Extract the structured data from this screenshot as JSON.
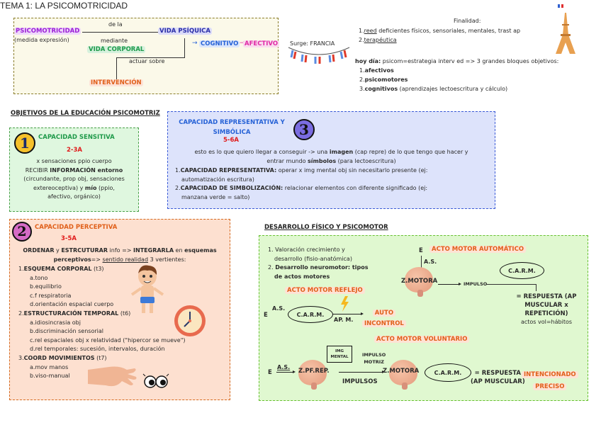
{
  "page_title": "TEMA 1: LA PSICOMOTRICIDAD",
  "concept_map": {
    "psicomotricidad": "PSICOMOTRICIDAD",
    "medida": "(medida expresión)",
    "de_la": "de la",
    "vida_psiquica": "VIDA PSÍQUICA",
    "mediante": "mediante",
    "vida_corporal": "VIDA CORPORAL",
    "cognitivo": "COGNITIVO",
    "afectivo": "AFECTIVO",
    "actuar_sobre": "actuar sobre",
    "intervencion": "INTERVENCIÓN"
  },
  "surge": "Surge: FRANCIA",
  "finalidad": {
    "title": "Finalidad:",
    "items": [
      {
        "num": "1.",
        "u": "reed",
        "rest": " deficientes físicos, sensoriales, mentales, trast ap"
      },
      {
        "num": "2.",
        "u": "terapéutica",
        "rest": ""
      }
    ]
  },
  "hoy_dia": {
    "label": "hoy día:",
    "text": " psicom=estrategia interv ed => 3 grandes bloques objetivos:",
    "items": [
      {
        "num": "1.",
        "b": "afectivos",
        "rest": ""
      },
      {
        "num": "2.",
        "b": "psicomotores",
        "rest": ""
      },
      {
        "num": "3.",
        "b": "cognitivos",
        "rest": " (aprendizajes lectoescritura y cálculo)"
      }
    ]
  },
  "objetivos_heading": "OBJETIVOS DE LA EDUCACIÓN PSICOMOTRIZ",
  "cap_sensitiva": {
    "number": "1",
    "title": "CAPACIDAD SENSITIVA",
    "age": "2-3A",
    "line1": "x sensaciones ppio cuerpo",
    "line2_pre": "RECIBIR ",
    "line2_b": "INFORMACIÓN entorno",
    "line3": "(circundante, prop obj, sensaciones",
    "line4_pre": "extereoceptiva) y ",
    "line4_b": "mío",
    "line4_post": " (ppio,",
    "line5": "afectivo, orgánico)"
  },
  "cap_representativa": {
    "number": "3",
    "title1": "CAPACIDAD REPRESENTATIVA Y",
    "title2": "SIMBÓLICA",
    "age": "5-6A",
    "intro_pre": "esto es lo que quiero llegar a conseguir -> una ",
    "intro_b": "imagen",
    "intro_post": " (cap repre) de lo que tengo que hacer y",
    "intro2_pre": "entrar mundo ",
    "intro2_b": "símbolos",
    "intro2_post": " (para lectoescritura)",
    "items": [
      {
        "num": "1.",
        "b": "CAPACIDAD REPRESENTATIVA:",
        "rest": " operar x img mental obj sin necesitarlo presente (ej:",
        "cont": "automatización escritura)"
      },
      {
        "num": "2.",
        "b": "CAPACIDAD DE SIMBOLIZACIÓN:",
        "rest": " relacionar elementos con diferente significado (ej:",
        "cont": "manzana verde = salto)"
      }
    ]
  },
  "cap_perceptiva": {
    "number": "2",
    "title": "CAPACIDAD PERCEPTIVA",
    "age": "3-5A",
    "intro1_b1": "ORDENAR",
    "intro1_m1": " y ",
    "intro1_b2": "ESTRCUTURAR",
    "intro1_m2": " info => ",
    "intro1_b3": "INTEGRARLA",
    "intro1_m3": " en ",
    "intro1_b4": "esquemas",
    "intro2_b": "perceptivos",
    "intro2_m": "=> ",
    "intro2_u": "sentido realidad",
    "intro2_post": " 3 vertientes:",
    "sections": [
      {
        "num": "1.",
        "title": "ESQUEMA CORPORAL",
        "tag": " (t3)",
        "items": [
          {
            "l": "a.",
            "t": "tono"
          },
          {
            "l": "b.",
            "t": "equilibrio"
          },
          {
            "l": "c.",
            "t": "f respiratoria"
          },
          {
            "l": "d.",
            "t": "orientación espacial cuerpo"
          }
        ]
      },
      {
        "num": "2.",
        "title": "ESTRUCTURACIÓN TEMPORAL",
        "tag": " (t6)",
        "items": [
          {
            "l": "a.",
            "t": "idiosincrasia obj"
          },
          {
            "l": "b.",
            "t": "discriminación sensorial"
          },
          {
            "l": "c.",
            "t": "rel espaciales obj x relatividad (\"hipercor se mueve\")"
          },
          {
            "l": "d.",
            "t": "rel temporales: sucesión, intervalos, duración"
          }
        ]
      },
      {
        "num": "3.",
        "title": "COORD MOVIMIENTOS",
        "tag": " (t7)",
        "items": [
          {
            "l": "a.",
            "t": "mov manos"
          },
          {
            "l": "b.",
            "t": "viso-manual"
          }
        ]
      }
    ]
  },
  "desarrollo": {
    "heading": "DESARROLLO FÍSICO Y PSICOMOTOR",
    "item1": "1. Valoración crecimiento y",
    "item1b": "desarrollo (fisio-anatómica)",
    "item2_num": "2.",
    "item2_b": "Desarrollo neuromotor: tipos",
    "item2_b2": "de actos motores",
    "automatico": {
      "title": "ACTO MOTOR AUTOMÁTICO",
      "e": "E",
      "as": "A.S.",
      "zmotora": "Z.MOTORA",
      "impulso": "IMPULSO",
      "carm": "C.A.R.M.",
      "resp1": "= RESPUESTA (AP",
      "resp2": "MUSCULAR x",
      "resp3": "REPETICIÓN)",
      "note": "actos vol=hábitos"
    },
    "reflejo": {
      "title": "ACTO MOTOR REFLEJO",
      "e": "E",
      "as": "A.S.",
      "carm": "C.A.R.M.",
      "apm": "AP. M.",
      "out1": "AUTO",
      "out2": "INCONTROL"
    },
    "voluntario": {
      "title": "ACTO MOTOR VOLUNTARIO",
      "e": "E",
      "as": "A.S.",
      "zpf": "Z.PF.REP.",
      "img1": "IMG",
      "img2": "MENTAL",
      "imp1": "IMPULSO",
      "imp2": "MOTRIZ",
      "impulsos": "IMPULSOS",
      "zmotora": "Z.MOTORA",
      "carm": "C.A.R.M.",
      "resp1": "= RESPUESTA",
      "resp2": "(AP MUSCULAR)",
      "out1": "INTENCIONADO",
      "out2": "PRECISO"
    }
  },
  "colors": {
    "purple": "#9b1fd6",
    "navy": "#2b2fa8",
    "green": "#1f9a4a",
    "orange": "#e0601a",
    "blue": "#2561d6",
    "magenta": "#e02aa6",
    "red": "#e01a1a"
  }
}
